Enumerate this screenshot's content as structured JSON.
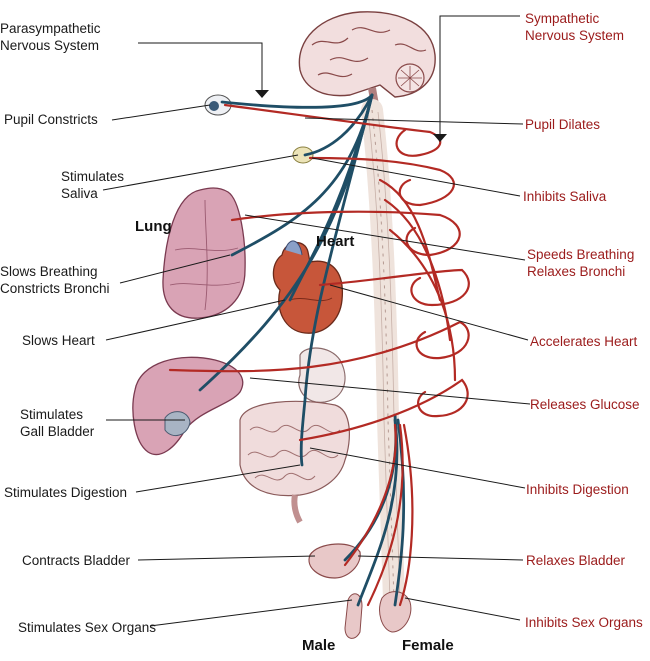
{
  "colors": {
    "parasympathetic": "#1f4e66",
    "sympathetic": "#b32a24",
    "left_text": "#1a1a1a",
    "right_text": "#9b1b1b",
    "organ_pink": "#d9a3b5",
    "heart_red": "#c7563a",
    "bone": "#efe3dc"
  },
  "left_labels": {
    "parasympathetic": "Parasympathetic\nNervous System",
    "pupil": "Pupil Constricts",
    "saliva": "Stimulates\nSaliva",
    "breathing": "Slows Breathing\nConstricts Bronchi",
    "heart": "Slows Heart",
    "gall": "Stimulates\nGall Bladder",
    "digestion": "Stimulates Digestion",
    "bladder": "Contracts Bladder",
    "sex": "Stimulates Sex Organs"
  },
  "right_labels": {
    "sympathetic": "Sympathetic\nNervous System",
    "pupil": "Pupil Dilates",
    "saliva": "Inhibits Saliva",
    "breathing": "Speeds Breathing\nRelaxes Bronchi",
    "heart": "Accelerates Heart",
    "glucose": "Releases Glucose",
    "digestion": "Inhibits Digestion",
    "bladder": "Relaxes Bladder",
    "sex": "Inhibits Sex Organs"
  },
  "organ_labels": {
    "lung": "Lung",
    "heart": "Heart",
    "male": "Male",
    "female": "Female"
  }
}
